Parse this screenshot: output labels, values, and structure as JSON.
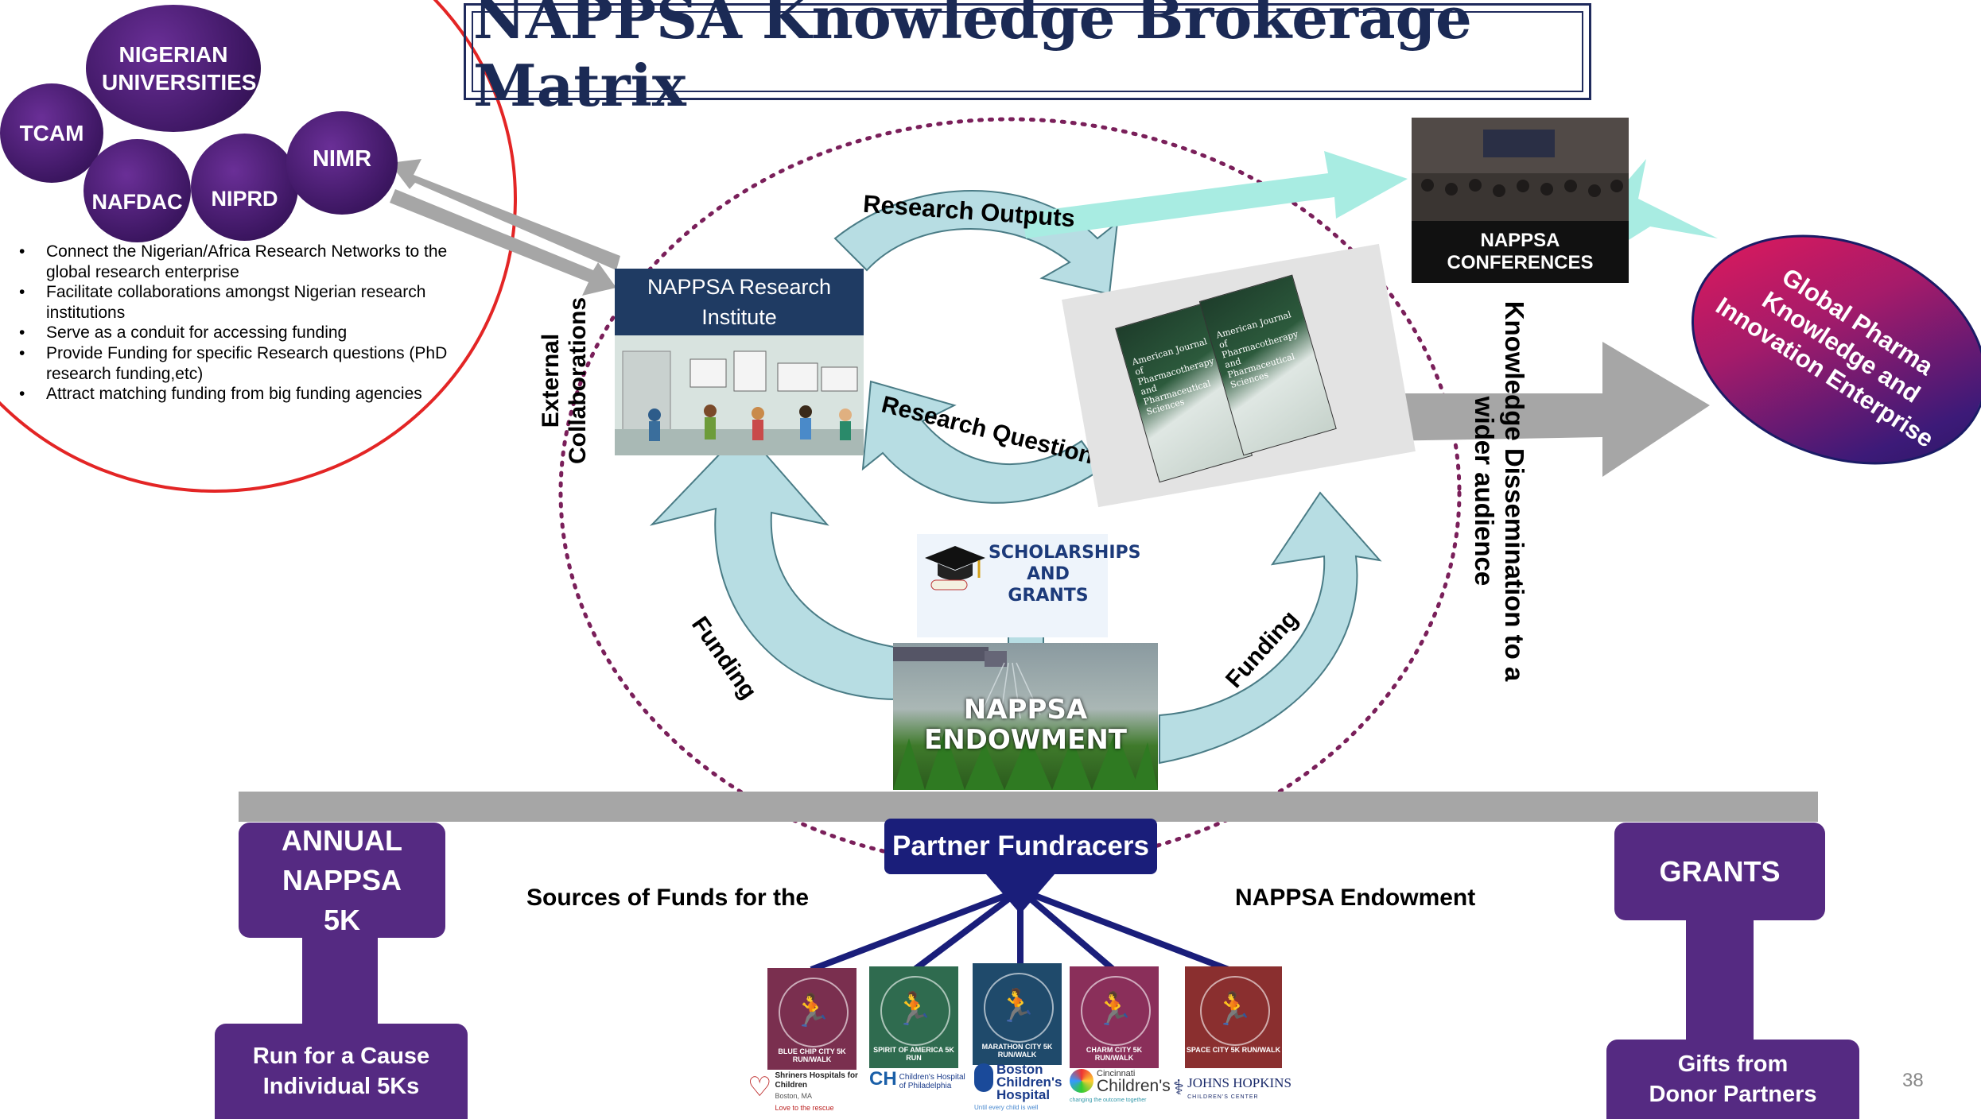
{
  "title": "NAPPSA Knowledge Brokerage Matrix",
  "bubbles": {
    "nigerian_universities": "NIGERIAN UNIVERSITIES",
    "tcam": "TCAM",
    "nafdac": "NAFDAC",
    "niprd": "NIPRD",
    "nimr": "NIMR"
  },
  "bullets": [
    "Connect the Nigerian/Africa Research Networks to the global research enterprise",
    "Facilitate collaborations amongst Nigerian research institutions",
    "Serve as a conduit for accessing funding",
    "Provide Funding for specific Research questions (PhD research funding,etc)",
    "Attract matching funding from big funding agencies"
  ],
  "external_collaborations": "External Collaborations",
  "research_institute": "NAPPSA Research Institute",
  "research_outputs": "Research Outputs",
  "research_question": "Research Question",
  "funding_left": "Funding",
  "funding_right": "Funding",
  "scholarships": "SCHOLARSHIPS AND GRANTS",
  "endowment": "NAPPSA ENDOWMENT",
  "journal_title": "American Journal of Pharmacotherapy and Pharmaceutical Sciences",
  "conferences": "NAPPSA CONFERENCES",
  "knowledge_dissemination": "Knowledge Dissemination to a wider audience",
  "global_enterprise": "Global Pharma Knowledge and Innovation Enterprise",
  "partner_fundracers": "Partner Fundracers",
  "sources_left": "Sources of Funds for the",
  "sources_right": "NAPPSA Endowment",
  "annual_5k": "ANNUAL NAPPSA 5K",
  "run_for_cause": "Run for a Cause Individual 5Ks",
  "grants": "GRANTS",
  "gifts": "Gifts from Donor Partners",
  "race_logos": [
    {
      "caption": "BLUE CHIP CITY 5K RUN/WALK",
      "color": "#7a2f4f"
    },
    {
      "caption": "SPIRIT OF AMERICA 5K RUN",
      "color": "#2f6b4f"
    },
    {
      "caption": "MARATHON CITY 5K RUN/WALK",
      "color": "#1f4a6b"
    },
    {
      "caption": "CHARM CITY 5K RUN/WALK",
      "color": "#8a2f5a"
    },
    {
      "caption": "SPACE CITY 5K RUN/WALK",
      "color": "#8a2f2f"
    }
  ],
  "hospitals": {
    "shriners": "Shriners Hospitals for Children",
    "shriners_loc": "Boston, MA",
    "shriners_tag": "Love to the rescue",
    "chop": "Children's Hospital of Philadelphia",
    "boston": "Boston Children's Hospital",
    "boston_tag": "Until every child is well",
    "cincinnati_small": "Cincinnati",
    "cincinnati": "Children's",
    "cincinnati_tag": "changing the outcome together",
    "hopkins": "JOHNS HOPKINS",
    "hopkins_sub": "CHILDREN'S CENTER"
  },
  "page_number": "38"
}
